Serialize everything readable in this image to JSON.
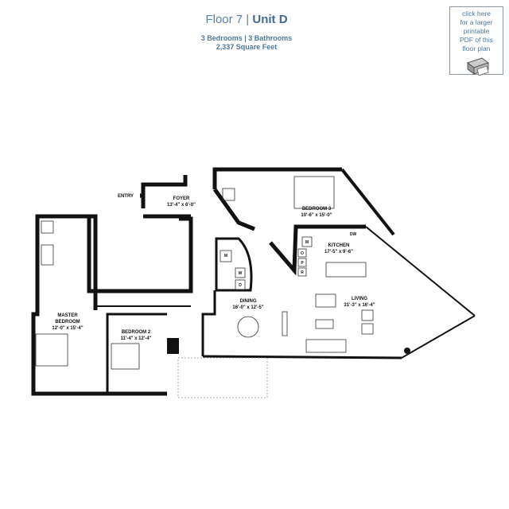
{
  "header": {
    "floor": "Floor 7 |",
    "unit": "Unit D",
    "rooms": "3 Bedrooms | 3 Bathrooms",
    "area": "2,337 Square Feet"
  },
  "pdf_link": {
    "line1": "click here",
    "line2": "for a larger",
    "line3": "printable",
    "line4": "PDF of this",
    "line5": "floor plan"
  },
  "rooms": {
    "entry": "ENTRY",
    "foyer": {
      "name": "FOYER",
      "size": "13'-4\" x 6'-0\""
    },
    "bedroom3": {
      "name": "BEDROOM 3",
      "size": "10'-6\" x 15'-0\""
    },
    "kitchen": {
      "name": "KITCHEN",
      "size": "17'-5\" x 9'-6\""
    },
    "dining": {
      "name": "DINING",
      "size": "16'-0\" x 12'-5\""
    },
    "living": {
      "name": "LIVING",
      "size": "31'-3\" x 16'-4\""
    },
    "master": {
      "name1": "MASTER",
      "name2": "BEDROOM",
      "size": "12'-0\" x 15'-4\""
    },
    "bedroom2": {
      "name": "BEDROOM 2",
      "size": "11'-4\" x 12'-4\""
    }
  },
  "appliances": {
    "dw": "DW",
    "m1": "M",
    "o": "O",
    "p": "P",
    "r": "R",
    "m2": "M",
    "w": "W",
    "d": "D"
  }
}
